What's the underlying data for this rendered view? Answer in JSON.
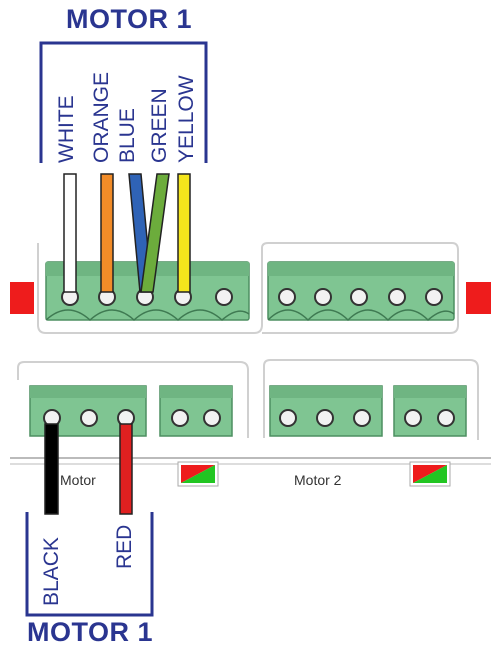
{
  "top_title": "MOTOR 1",
  "bottom_title": "MOTOR 1",
  "top_wires": [
    {
      "label": "WHITE",
      "color": "#ffffff"
    },
    {
      "label": "ORANGE",
      "color": "#f28c28"
    },
    {
      "label": "BLUE",
      "color": "#2f63b6"
    },
    {
      "label": "GREEN",
      "color": "#6cac3c"
    },
    {
      "label": "YELLOW",
      "color": "#f4e51c"
    }
  ],
  "bottom_wires": [
    {
      "label": "BLACK",
      "color": "#000000"
    },
    {
      "label": "RED",
      "color": "#e02020"
    }
  ],
  "port_labels": {
    "motor": "Motor",
    "motor2": "Motor 2"
  },
  "colors": {
    "title": "#2a3590",
    "terminal_green": "#7fc592",
    "terminal_dark": "#5aa870",
    "red_indicator": "#ee1c1c",
    "board_outline": "#cfcfcf"
  }
}
